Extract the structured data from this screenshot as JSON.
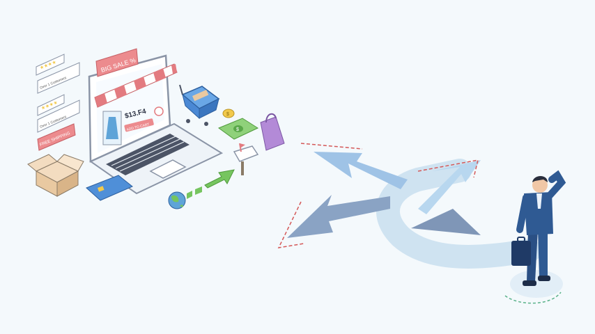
{
  "scene": {
    "description_visible_text": {
      "big_sale_tag": "BIG SALE %",
      "review_card_1": "Over 1 Customers",
      "review_card_2": "Over 1 Customers",
      "free_shipping_tag": "FREE SHIPPING",
      "price_label": "$13.F4",
      "add_to_cart_button": "ADD TO CART",
      "coin_symbol": "$",
      "banknote_symbol": "$"
    },
    "colors": {
      "background": "#f4f9fc",
      "navy_suit": "#2f5a93",
      "arrow_blue": "#9ec8e8",
      "arrow_dark": "#7f96b7",
      "awning_red": "#e37b80",
      "tag_red": "#ec8b8e",
      "green": "#76c55f",
      "purple_bag": "#b38ad7",
      "cart_blue": "#4a88d4",
      "box_brown": "#e9c9a1"
    }
  }
}
